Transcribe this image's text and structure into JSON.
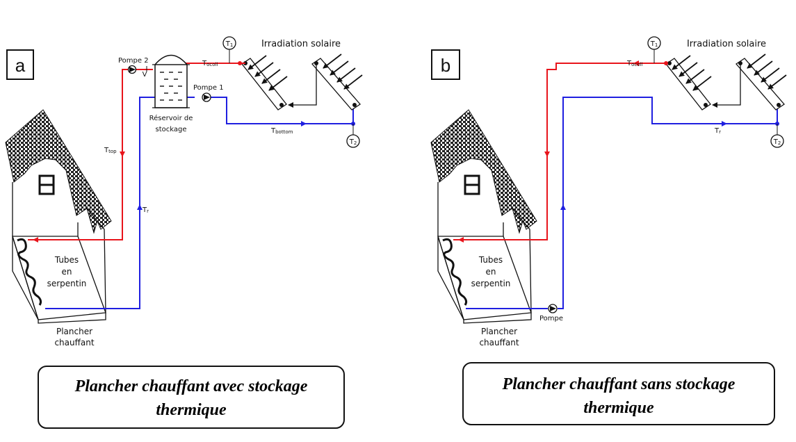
{
  "colors": {
    "hot_pipe": "#e8141b",
    "cold_pipe": "#1f1fe0",
    "outline": "#111111",
    "background": "#ffffff"
  },
  "panel_a": {
    "letter": "a",
    "sun_label": "Irradiation solaire",
    "sensor_1": "T",
    "sensor_1_sub": "1",
    "sensor_2": "T",
    "sensor_2_sub": "2",
    "pump2_label": "Pompe 2",
    "valve_label": "V",
    "pump1_label": "Pompe 1",
    "tank_label_line1": "Réservoir de",
    "tank_label_line2": "stockage",
    "t_coll": "T",
    "t_coll_sub": "ocoll",
    "t_top": "T",
    "t_top_sub": "top",
    "t_bottom": "T",
    "t_bottom_sub": "bottom",
    "t_r": "T",
    "t_r_sub": "r",
    "tubes_line1": "Tubes",
    "tubes_line2": "en",
    "tubes_line3": "serpentin",
    "floor_line1": "Plancher",
    "floor_line2": "chauffant",
    "caption_line1": "Plancher chauffant avec stockage",
    "caption_line2": "thermique"
  },
  "panel_b": {
    "letter": "b",
    "sun_label": "Irradiation solaire",
    "sensor_1": "T",
    "sensor_1_sub": "1",
    "sensor_2": "T",
    "sensor_2_sub": "2",
    "t_coll": "T",
    "t_coll_sub": "ocoll",
    "t_r": "T",
    "t_r_sub": "r",
    "pump_label": "Pompe",
    "tubes_line1": "Tubes",
    "tubes_line2": "en",
    "tubes_line3": "serpentin",
    "floor_line1": "Plancher",
    "floor_line2": "chauffant",
    "caption_line1": "Plancher chauffant sans stockage",
    "caption_line2": "thermique"
  }
}
